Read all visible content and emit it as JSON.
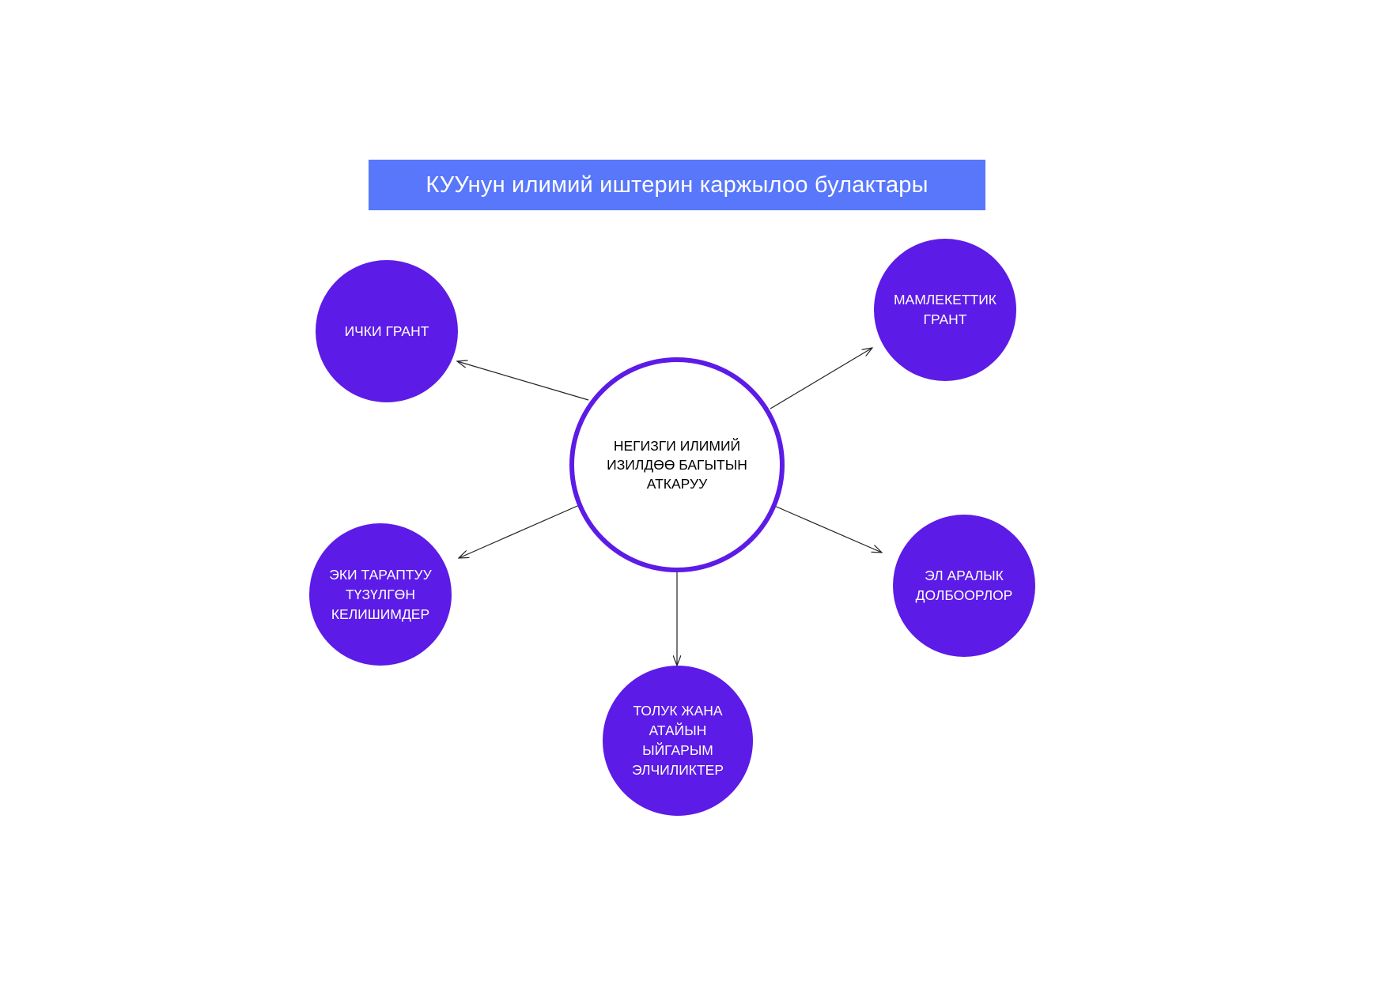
{
  "diagram": {
    "title": "КУУнун илимий иштерин каржылоо булактары",
    "center": "НЕГИЗГИ ИЛИМИЙ ИЗИЛДӨӨ БАГЫТЫН АТКАРУУ",
    "sources": [
      "ИЧКИ ГРАНТ",
      "МАМЛЕКЕТТИК ГРАНТ",
      "ЭКИ ТАРАПТУУ ТҮЗҮЛГӨН КЕЛИШИМДЕР",
      "ЭЛ АРАЛЫК ДОЛБООРЛОР",
      "ТОЛУК ЖАНА АТАЙЫН ЫЙГАРЫМ ЭЛЧИЛИКТЕР"
    ]
  },
  "colors": {
    "title_bg": "#5877fb",
    "node_fill": "#5c1be6",
    "hub_border": "#5c1be6",
    "arrow": "#222222"
  }
}
